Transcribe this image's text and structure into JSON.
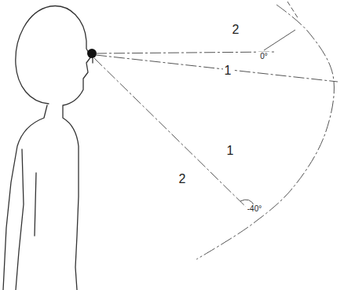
{
  "diagram": {
    "labels": [
      "2",
      "1",
      "1",
      "2",
      "0°",
      "-40°"
    ]
  }
}
